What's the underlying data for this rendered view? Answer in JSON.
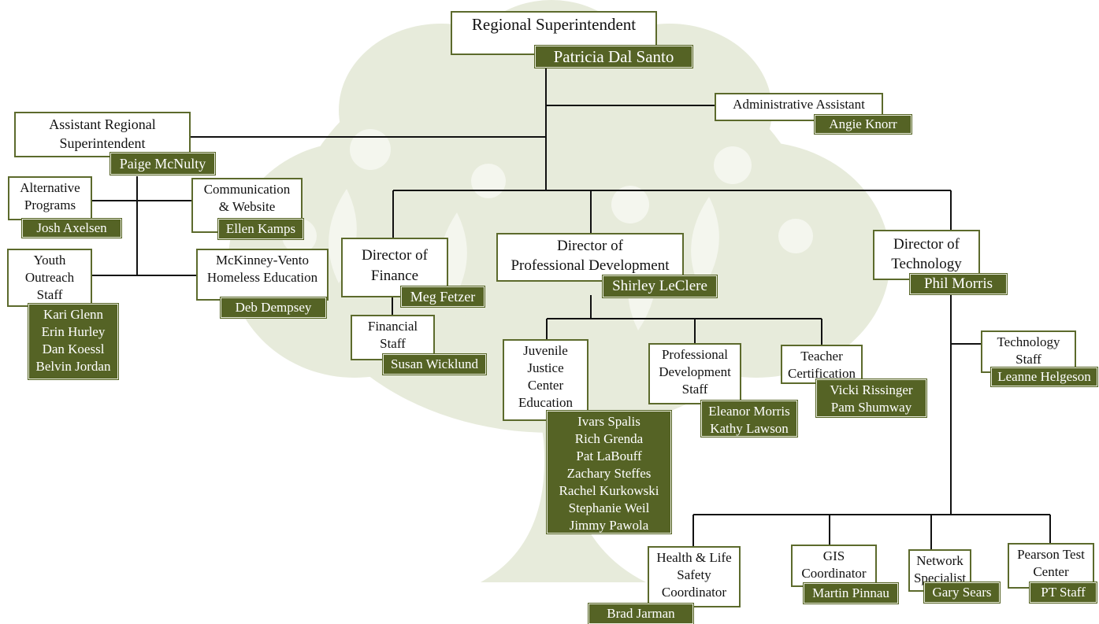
{
  "colors": {
    "name_bg": "#556325",
    "box_border": "#5c6a2c",
    "line": "#111111",
    "watermark": "#e7ebdb"
  },
  "superintendent": {
    "title": "Regional Superintendent",
    "name": "Patricia Dal Santo"
  },
  "admin_assistant": {
    "title": "Administrative Assistant",
    "name": "Angie Knorr"
  },
  "assistant_superintendent": {
    "title": "Assistant Regional\nSuperintendent",
    "name": "Paige McNulty"
  },
  "alternative_programs": {
    "title": "Alternative\nPrograms",
    "name": "Josh Axelsen"
  },
  "communication": {
    "title": "Communication\n& Website",
    "name": "Ellen Kamps"
  },
  "youth_outreach": {
    "title": "Youth\nOutreach\nStaff",
    "names": [
      "Kari Glenn",
      "Erin Hurley",
      "Dan Koessl",
      "Belvin Jordan"
    ]
  },
  "mckinney_vento": {
    "title": "McKinney-Vento\nHomeless Education",
    "name": "Deb Dempsey"
  },
  "director_finance": {
    "title": "Director of\nFinance",
    "name": "Meg Fetzer"
  },
  "financial_staff": {
    "title": "Financial\nStaff",
    "name": "Susan Wicklund"
  },
  "director_pd": {
    "title": "Director of\nProfessional Development",
    "name": "Shirley LeClere"
  },
  "juvenile_justice": {
    "title": "Juvenile\nJustice\nCenter\nEducation",
    "names": [
      "Ivars Spalis",
      "Rich Grenda",
      "Pat LaBouff",
      "Zachary Steffes",
      "Rachel Kurkowski",
      "Stephanie Weil",
      "Jimmy Pawola"
    ]
  },
  "pd_staff": {
    "title": "Professional\nDevelopment\nStaff",
    "names": [
      "Eleanor Morris",
      "Kathy Lawson"
    ]
  },
  "teacher_cert": {
    "title": "Teacher\nCertification",
    "names": [
      "Vicki Rissinger",
      "Pam Shumway"
    ]
  },
  "director_tech": {
    "title": "Director of\nTechnology",
    "name": "Phil Morris"
  },
  "tech_staff": {
    "title": "Technology\nStaff",
    "name": "Leanne Helgeson"
  },
  "health_safety": {
    "title": "Health & Life\nSafety\nCoordinator",
    "name": "Brad Jarman"
  },
  "gis": {
    "title": "GIS\nCoordinator",
    "name": "Martin Pinnau"
  },
  "network": {
    "title": "Network\nSpecialist",
    "name": "Gary Sears"
  },
  "pearson": {
    "title": "Pearson Test\nCenter",
    "name": "PT Staff"
  }
}
